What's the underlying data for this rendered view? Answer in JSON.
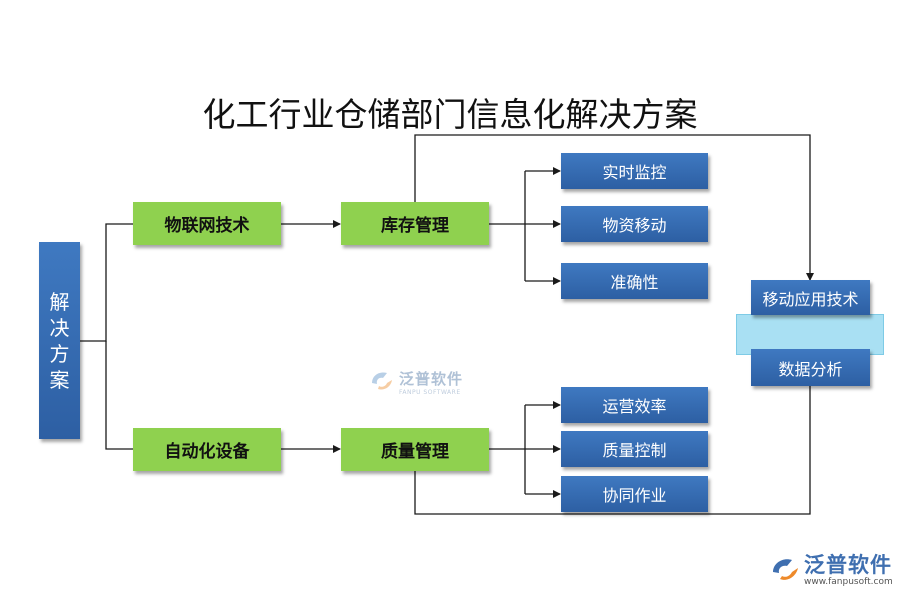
{
  "title": "化工行业仓储部门信息化解决方案",
  "root": {
    "chars": [
      "解",
      "决",
      "方",
      "案"
    ]
  },
  "level1": {
    "iot": "物联网技术",
    "automation": "自动化设备"
  },
  "level2": {
    "inventory": "库存管理",
    "quality": "质量管理"
  },
  "inventory_items": [
    "实时监控",
    "物资移动",
    "准确性"
  ],
  "quality_items": [
    "运营效率",
    "质量控制",
    "协同作业"
  ],
  "right": {
    "mobile": "移动应用技术",
    "analysis": "数据分析"
  },
  "watermark_center": {
    "name": "泛普软件",
    "sub": "FANPU SOFTWARE"
  },
  "watermark_corner": {
    "name": "泛普软件",
    "url": "www.fanpusoft.com"
  },
  "colors": {
    "green": "#8fd14f",
    "blue": "#2f62a7",
    "light_blue": "#a9e0f3",
    "line": "#1a1a1a"
  }
}
